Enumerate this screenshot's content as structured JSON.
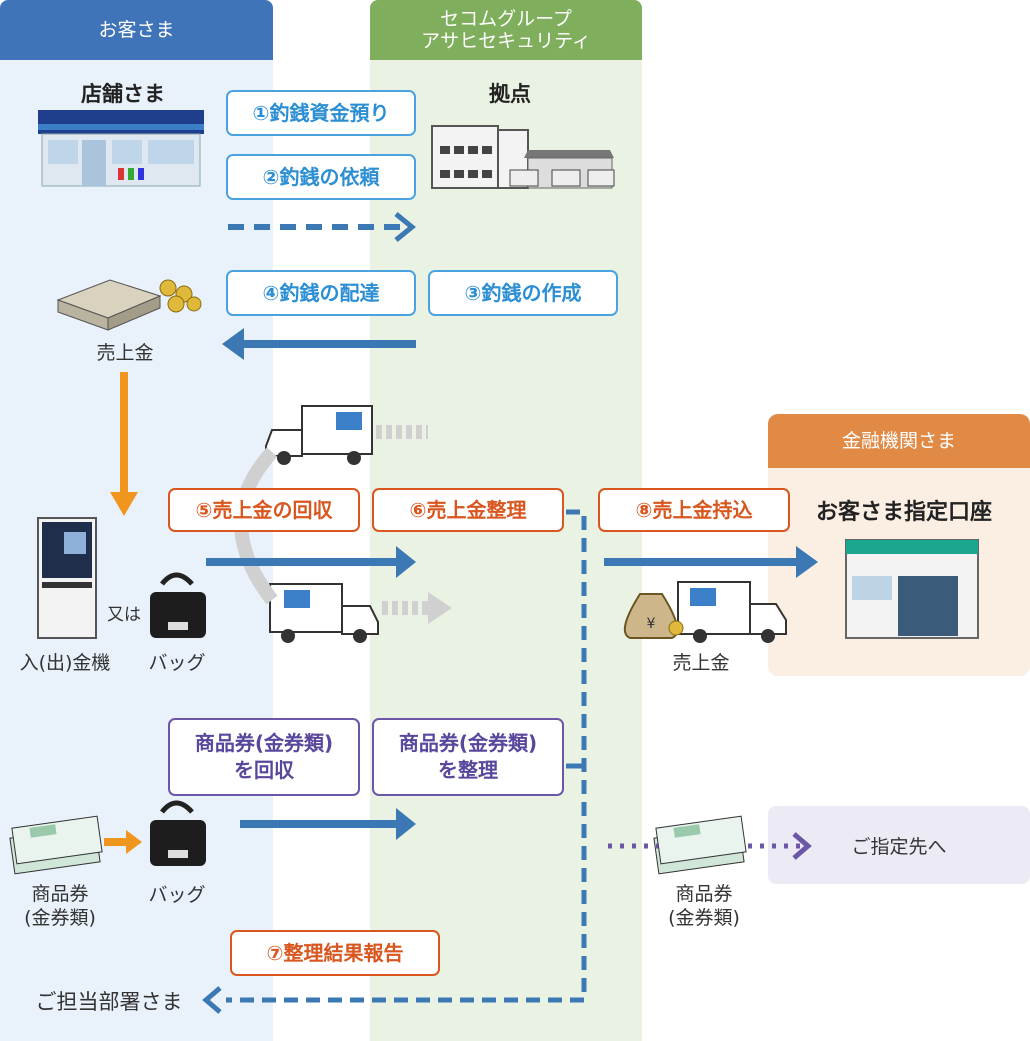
{
  "lanes": {
    "customer": "お客さま",
    "secom": "セコムグループ\nアサヒセキュリティ",
    "bank": "金融機関さま"
  },
  "entities": {
    "store": "店舗さま",
    "base": "拠点",
    "sales_money_1": "売上金",
    "atm": "入(出)金機",
    "or_text": "又は",
    "bag_1": "バッグ",
    "customer_account": "お客さま指定口座",
    "sales_money_2": "売上金",
    "gift_cert_1": "商品券\n(金券類)",
    "bag_2": "バッグ",
    "gift_cert_2": "商品券\n(金券類)",
    "designated": "ご指定先へ",
    "dept": "ご担当部署さま"
  },
  "steps": {
    "s1": "①釣銭資金預り",
    "s2": "②釣銭の依頼",
    "s3": "③釣銭の作成",
    "s4": "④釣銭の配達",
    "s5": "⑤売上金の回収",
    "s6": "⑥売上金整理",
    "s7": "⑦整理結果報告",
    "s8": "⑧売上金持込",
    "gift_collect": "商品券(金券類)\nを回収",
    "gift_sort": "商品券(金券類)\nを整理"
  },
  "colors": {
    "customer_lane": "#3f74b8",
    "secom_lane": "#7fae5c",
    "bank_lane": "#e08a45",
    "blue_arrow": "#3b78b4",
    "orange_arrow": "#f0961e",
    "purple_arrow": "#6b56a8"
  }
}
